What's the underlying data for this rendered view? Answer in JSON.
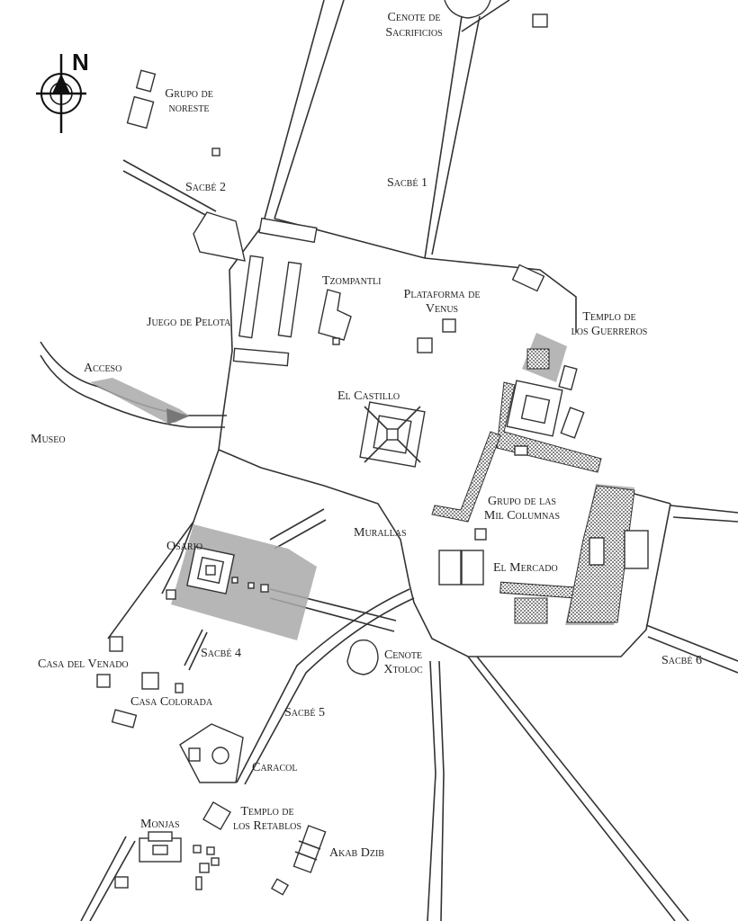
{
  "compass": {
    "label": "N"
  },
  "labels": {
    "cenote_sacrificios": [
      "Cenote de",
      "Sacrificios"
    ],
    "grupo_noreste": [
      "Grupo de",
      "noreste"
    ],
    "sacbe_2": "Sacbé 2",
    "sacbe_1": "Sacbé 1",
    "tzompantli": "Tzompantli",
    "plataforma_venus": [
      "Plataforma de",
      "Venus"
    ],
    "templo_guerreros": [
      "Templo de",
      "los Guerreros"
    ],
    "juego_pelota": "Juego de Pelota",
    "acceso": "Acceso",
    "el_castillo": "El Castillo",
    "museo": "Museo",
    "grupo_mil_columnas": [
      "Grupo de las",
      "Mil Columnas"
    ],
    "murallas": "Murallas",
    "osario": "Osario",
    "el_mercado": "El Mercado",
    "sacbe_4": "Sacbé 4",
    "cenote_xtoloc": [
      "Cenote",
      "Xtoloc"
    ],
    "sacbe_6": "Sacbé 6",
    "casa_venado": "Casa del Venado",
    "casa_colorada": "Casa Colorada",
    "sacbe_5": "Sacbé 5",
    "caracol": "Caracol",
    "templo_retablos": [
      "Templo de",
      "los Retablos"
    ],
    "monjas": "Monjas",
    "akab_dzib": "Akab Dzib"
  }
}
